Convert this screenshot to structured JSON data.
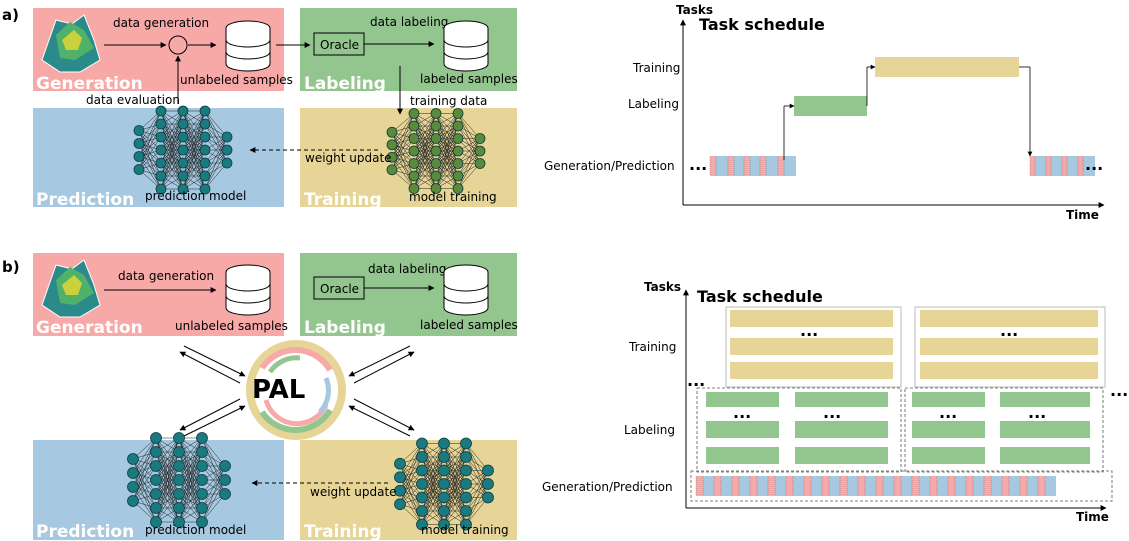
{
  "panel_a": {
    "label": "a)",
    "blocks": {
      "generation": "Generation",
      "labeling": "Labeling",
      "prediction": "Prediction",
      "training": "Training"
    },
    "annotations": {
      "data_generation": "data generation",
      "unlabeled_samples": "unlabeled samples",
      "oracle": "Oracle",
      "data_labeling": "data labeling",
      "labeled_samples": "labeled samples",
      "data_evaluation": "data evaluation",
      "training_data": "training data",
      "weight_update": "weight update",
      "prediction_model": "prediction model",
      "model_training": "model training"
    },
    "schedule": {
      "title": "Task schedule",
      "y_axis": "Tasks",
      "x_axis": "Time",
      "rows": [
        "Training",
        "Labeling",
        "Generation/Prediction"
      ],
      "dots": "..."
    }
  },
  "panel_b": {
    "label": "b)",
    "blocks": {
      "generation": "Generation",
      "labeling": "Labeling",
      "prediction": "Prediction",
      "training": "Training"
    },
    "annotations": {
      "data_generation": "data generation",
      "unlabeled_samples": "unlabeled samples",
      "oracle": "Oracle",
      "data_labeling": "data labeling",
      "labeled_samples": "labeled samples",
      "weight_update": "weight update",
      "prediction_model": "prediction model",
      "model_training": "model training"
    },
    "center": "PAL",
    "schedule": {
      "title": "Task schedule",
      "y_axis": "Tasks",
      "x_axis": "Time",
      "rows": [
        "Training",
        "Labeling",
        "Generation/Prediction"
      ],
      "dots": "..."
    }
  },
  "colors": {
    "generation": "#f7a9a8",
    "labeling": "#93c58f",
    "prediction": "#a6c8e0",
    "training": "#e6d597",
    "neuron_blue": "#1a7a80",
    "neuron_green": "#5a8a3a"
  }
}
